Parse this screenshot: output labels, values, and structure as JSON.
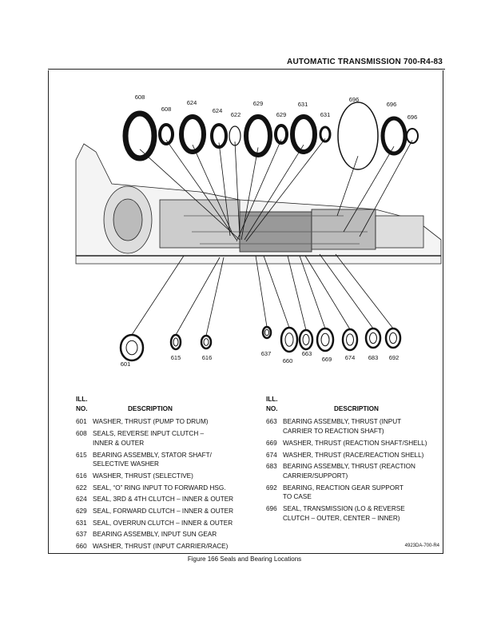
{
  "header": {
    "title": "AUTOMATIC TRANSMISSION  700-R4-83"
  },
  "diagram": {
    "top_labels": [
      "608",
      "608",
      "624",
      "624",
      "622",
      "629",
      "629",
      "631",
      "631",
      "696",
      "696",
      "696"
    ],
    "bottom_labels": [
      "601",
      "615",
      "616",
      "637",
      "660",
      "663",
      "669",
      "674",
      "683",
      "692"
    ]
  },
  "legend": {
    "col_head_1": "ILL.",
    "col_head_2": "NO.",
    "col_head_desc": "DESCRIPTION",
    "left": [
      {
        "no": "601",
        "desc": "WASHER, THRUST (PUMP TO DRUM)"
      },
      {
        "no": "608",
        "desc": "SEALS, REVERSE INPUT CLUTCH –\nINNER & OUTER"
      },
      {
        "no": "615",
        "desc": "BEARING ASSEMBLY, STATOR SHAFT/\nSELECTIVE WASHER"
      },
      {
        "no": "616",
        "desc": "WASHER, THRUST (SELECTIVE)"
      },
      {
        "no": "622",
        "desc": "SEAL, “O” RING INPUT TO FORWARD HSG."
      },
      {
        "no": "624",
        "desc": "SEAL, 3RD & 4TH CLUTCH – INNER & OUTER"
      },
      {
        "no": "629",
        "desc": "SEAL, FORWARD CLUTCH – INNER & OUTER"
      },
      {
        "no": "631",
        "desc": "SEAL, OVERRUN CLUTCH – INNER & OUTER"
      },
      {
        "no": "637",
        "desc": "BEARING ASSEMBLY, INPUT SUN GEAR"
      },
      {
        "no": "660",
        "desc": "WASHER, THRUST (INPUT CARRIER/RACE)"
      }
    ],
    "right": [
      {
        "no": "663",
        "desc": "BEARING ASSEMBLY, THRUST (INPUT\nCARRIER TO REACTION SHAFT)"
      },
      {
        "no": "669",
        "desc": "WASHER, THRUST (REACTION SHAFT/SHELL)"
      },
      {
        "no": "674",
        "desc": "WASHER, THRUST (RACE/REACTION SHELL)"
      },
      {
        "no": "683",
        "desc": "BEARING ASSEMBLY, THRUST (REACTION\nCARRIER/SUPPORT)"
      },
      {
        "no": "692",
        "desc": "BEARING, REACTION GEAR SUPPORT\nTO CASE"
      },
      {
        "no": "696",
        "desc": "SEAL, TRANSMISSION (LO & REVERSE\nCLUTCH – OUTER, CENTER – INNER)"
      }
    ]
  },
  "figure_code": "4923DA-700-R4",
  "caption": "Figure 166 Seals and Bearing Locations"
}
